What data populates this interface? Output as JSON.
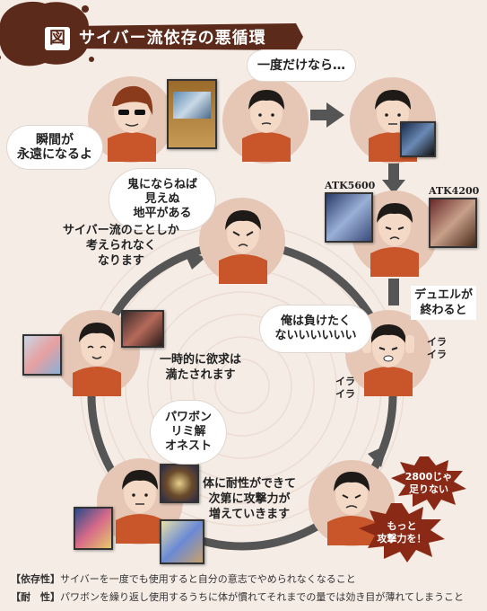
{
  "header": {
    "badge": "図",
    "title": "サイバー流依存の悪循環"
  },
  "bubbles": {
    "top_left": "瞬間が\n永遠になるよ",
    "top_middle": "一度だけなら…",
    "center_top": "鬼にならねば\n見えぬ\n地平がある",
    "right_middle": "俺は負けたく\nないいいいいい",
    "left_bottom": "パワボン\nリミ解\nオネスト"
  },
  "labels": {
    "atk_5600": "ATK5600",
    "atk_4200": "ATK4200",
    "duel_end": "デュエルが\n終わると",
    "cyber_only": "サイバー流のことしか\n考えられなく\nなります",
    "temporary": "一時的に欲求は\n満たされます",
    "tolerance": "体に耐性ができて\n次第に攻撃力が\n増えていきます",
    "irritation_1": "イラ\nイラ",
    "irritation_2": "イラ\nイラ",
    "burst_1": "2800じゃ\n足りない",
    "burst_2": "もっと\n攻撃力を！"
  },
  "footer": {
    "line1_tag": "【依存性】",
    "line1_text": "サイバーを一度でも使用すると自分の意志でやめられなくなること",
    "line2_tag": "【耐　性】",
    "line2_text": "パワボンを繰り返し使用するうちに体が慣れてそれまでの量では効き目が薄れてしまうこと"
  },
  "colors": {
    "background": "#f5ece6",
    "circle": "#e6c6b5",
    "shirt": "#c8562a",
    "hair": "#1e1a18",
    "splat": "#5b2a1a",
    "burst": "#8a2a16",
    "ring": "#555555"
  }
}
